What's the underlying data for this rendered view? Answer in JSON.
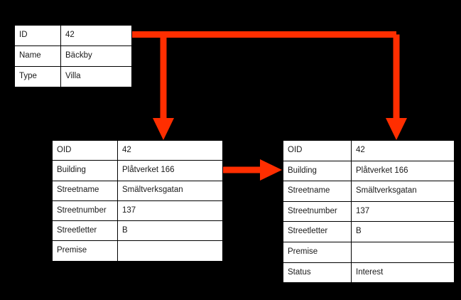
{
  "diagram": {
    "title": "Property record propagation diagram",
    "background_color": "#000000",
    "table_background_color": "#ffffff",
    "text_color": "#1a1a1a",
    "border_color": "#000000",
    "arrow_color": "#ff2e00"
  },
  "tables": {
    "source": {
      "name": "source-entity-table",
      "rows": [
        {
          "key": "ID",
          "value": "42"
        },
        {
          "key": "Name",
          "value": "Bäckby"
        },
        {
          "key": "Type",
          "value": "Villa"
        }
      ]
    },
    "middle": {
      "name": "middle-object-table",
      "rows": [
        {
          "key": "OID",
          "value": "42"
        },
        {
          "key": "Building",
          "value": "Plåtverket 166"
        },
        {
          "key": "Streetname",
          "value": "Smältverksgatan"
        },
        {
          "key": "Streetnumber",
          "value": "137"
        },
        {
          "key": "Streetletter",
          "value": "B"
        },
        {
          "key": "Premise",
          "value": ""
        }
      ]
    },
    "right": {
      "name": "right-object-table",
      "rows": [
        {
          "key": "OID",
          "value": "42"
        },
        {
          "key": "Building",
          "value": "Plåtverket 166"
        },
        {
          "key": "Streetname",
          "value": "Smältverksgatan"
        },
        {
          "key": "Streetnumber",
          "value": "137"
        },
        {
          "key": "Streetletter",
          "value": "B"
        },
        {
          "key": "Premise",
          "value": ""
        },
        {
          "key": "Status",
          "value": "Interest"
        }
      ]
    }
  },
  "connectors": [
    {
      "name": "arrow-source-to-middle",
      "from": "source-entity-table.ID",
      "to": "middle-object-table.top",
      "color": "#ff2e00"
    },
    {
      "name": "arrow-source-to-right",
      "from": "source-entity-table.ID",
      "to": "right-object-table.top",
      "color": "#ff2e00"
    },
    {
      "name": "arrow-middle-to-right",
      "from": "middle-object-table.Building",
      "to": "right-object-table.Building",
      "color": "#ff2e00"
    }
  ]
}
